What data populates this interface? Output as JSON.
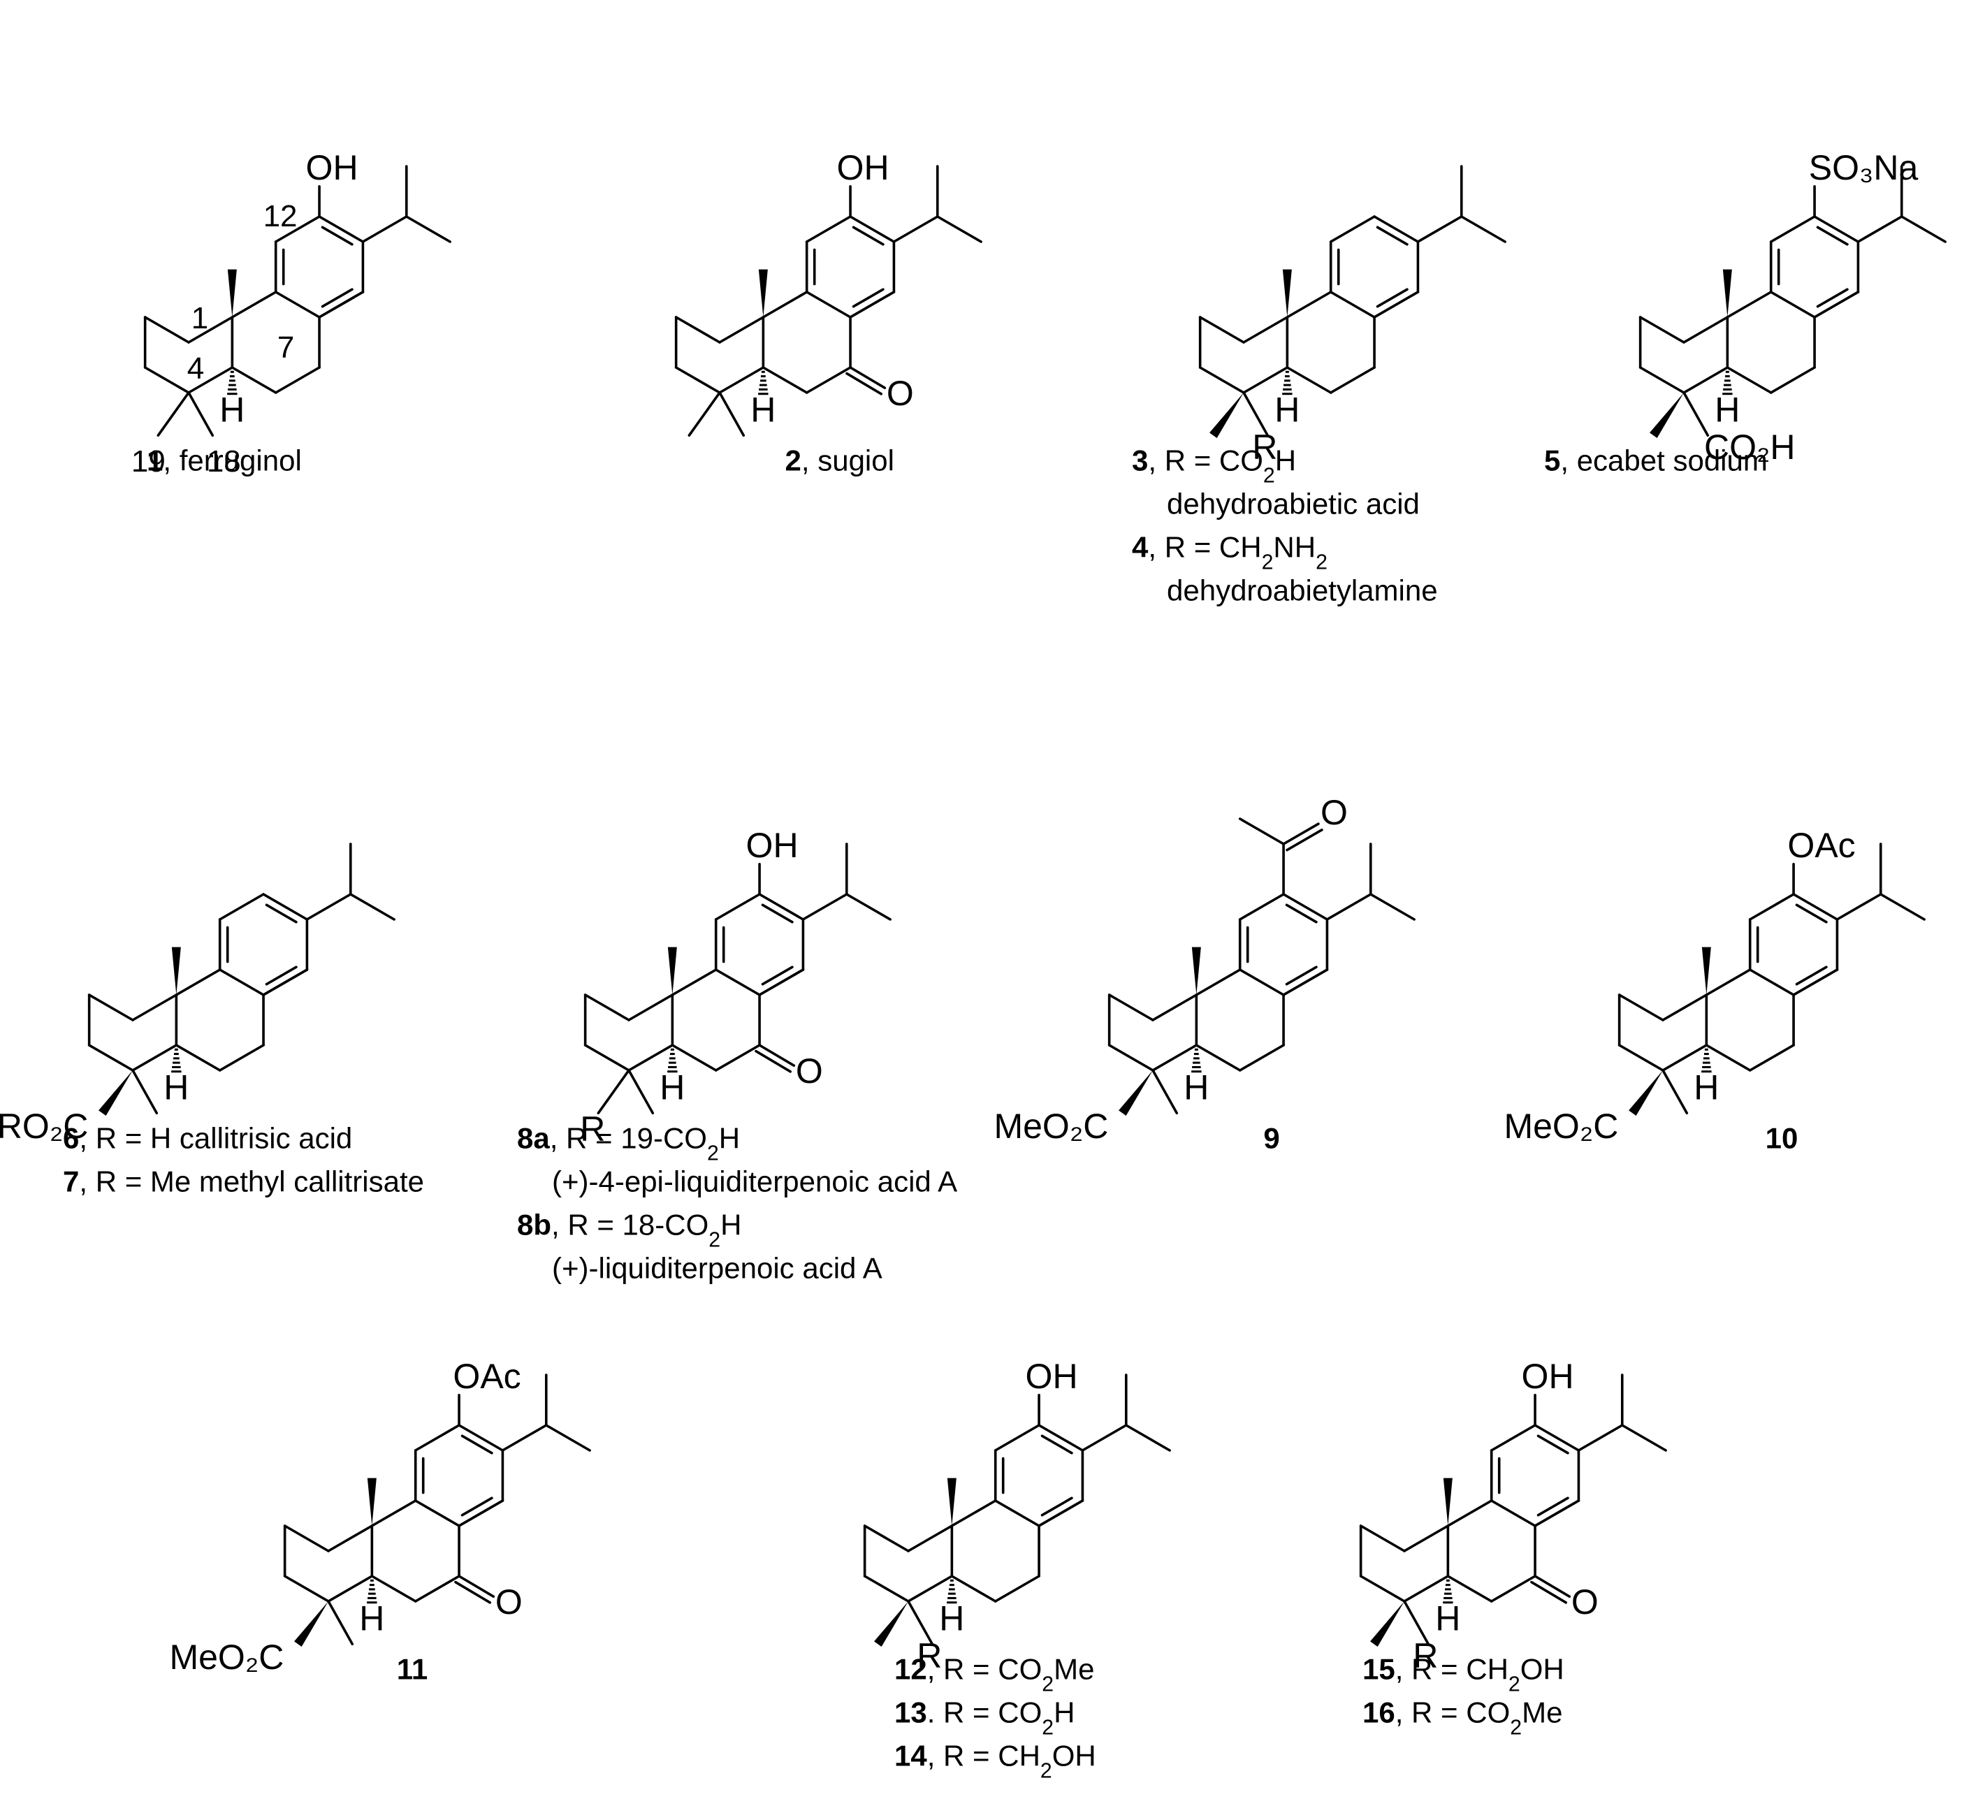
{
  "compounds": [
    {
      "id": "1",
      "lines": [
        [
          {
            "t": "1",
            "b": 1
          },
          {
            "t": ", ferruginol"
          }
        ]
      ],
      "labels": {
        "top": "OH"
      },
      "ring_numbers": [
        "12",
        "1",
        "7",
        "4",
        "19",
        "18"
      ],
      "ketone": false,
      "top": "OH",
      "c4": "gem"
    },
    {
      "id": "2",
      "lines": [
        [
          {
            "t": "2",
            "b": 1
          },
          {
            "t": ", sugiol"
          }
        ]
      ],
      "labels": {
        "top": "OH",
        "O": "O"
      },
      "ketone": true,
      "top": "OH",
      "c4": "gem"
    },
    {
      "id": "3-4",
      "lines": [
        [
          {
            "t": "3",
            "b": 1
          },
          {
            "t": ", R = CO"
          },
          {
            "t": "2",
            "s": 1
          },
          {
            "t": "H"
          }
        ],
        [
          {
            "t": "dehydroabietic acid"
          }
        ],
        [
          {
            "t": "4",
            "b": 1
          },
          {
            "t": ", R = CH"
          },
          {
            "t": "2",
            "s": 1
          },
          {
            "t": "NH"
          },
          {
            "t": "2",
            "s": 1
          }
        ],
        [
          {
            "t": "dehydroabietylamine"
          }
        ]
      ],
      "labels": {
        "R": "R"
      },
      "ketone": false,
      "top": null,
      "c4": "R-wedge-down"
    },
    {
      "id": "5",
      "lines": [
        [
          {
            "t": "5",
            "b": 1
          },
          {
            "t": ", ecabet sodium"
          }
        ]
      ],
      "labels": {
        "top": "SO₃Na",
        "co2h": "CO₂H"
      },
      "ketone": false,
      "top": "SO3Na",
      "c4": "co2h"
    },
    {
      "id": "6-7",
      "lines": [
        [
          {
            "t": "6",
            "b": 1
          },
          {
            "t": ", R = H callitrisic acid"
          }
        ],
        [
          {
            "t": "7",
            "b": 1
          },
          {
            "t": ", R = Me methyl callitrisate"
          }
        ]
      ],
      "labels": {
        "ester": "RO₂C"
      },
      "ketone": false,
      "top": null,
      "c4": "ester"
    },
    {
      "id": "8",
      "lines": [
        [
          {
            "t": "8a",
            "b": 1
          },
          {
            "t": ", R = 19-CO"
          },
          {
            "t": "2",
            "s": 1
          },
          {
            "t": "H"
          }
        ],
        [
          {
            "t": "(+)-4-epi-liquiditerpenoic acid A"
          }
        ],
        [
          {
            "t": "8b",
            "b": 1
          },
          {
            "t": ", R = 18-CO"
          },
          {
            "t": "2",
            "s": 1
          },
          {
            "t": "H"
          }
        ],
        [
          {
            "t": "(+)-liquiditerpenoic acid A"
          }
        ]
      ],
      "labels": {
        "top": "OH",
        "O": "O",
        "R": "R"
      },
      "ketone": true,
      "top": "OH",
      "c4": "R-plain"
    },
    {
      "id": "9",
      "lines": [
        [
          {
            "t": "9",
            "b": 1
          }
        ]
      ],
      "labels": {
        "O": "O",
        "ester": "MeO₂C"
      },
      "ketone": false,
      "top": "acetyl",
      "c4": "ester"
    },
    {
      "id": "10",
      "lines": [
        [
          {
            "t": "10",
            "b": 1
          }
        ]
      ],
      "labels": {
        "top": "OAc",
        "ester": "MeO₂C"
      },
      "ketone": false,
      "top": "OAc",
      "c4": "ester"
    },
    {
      "id": "11",
      "lines": [
        [
          {
            "t": "11",
            "b": 1
          }
        ]
      ],
      "labels": {
        "top": "OAc",
        "O": "O",
        "ester": "MeO₂C"
      },
      "ketone": true,
      "top": "OAc",
      "c4": "ester"
    },
    {
      "id": "12-14",
      "lines": [
        [
          {
            "t": "12",
            "b": 1
          },
          {
            "t": ", R = CO"
          },
          {
            "t": "2",
            "s": 1
          },
          {
            "t": "Me"
          }
        ],
        [
          {
            "t": "13",
            "b": 1
          },
          {
            "t": ". R = CO"
          },
          {
            "t": "2",
            "s": 1
          },
          {
            "t": "H"
          }
        ],
        [
          {
            "t": "14",
            "b": 1
          },
          {
            "t": ", R = CH"
          },
          {
            "t": "2",
            "s": 1
          },
          {
            "t": "OH"
          }
        ]
      ],
      "labels": {
        "top": "OH",
        "R": "R"
      },
      "ketone": false,
      "top": "OH",
      "c4": "R-wedge-down"
    },
    {
      "id": "15-16",
      "lines": [
        [
          {
            "t": "15",
            "b": 1
          },
          {
            "t": ", R = CH"
          },
          {
            "t": "2",
            "s": 1
          },
          {
            "t": "OH"
          }
        ],
        [
          {
            "t": "16",
            "b": 1
          },
          {
            "t": ", R = CO"
          },
          {
            "t": "2",
            "s": 1
          },
          {
            "t": "Me"
          }
        ]
      ],
      "labels": {
        "top": "OH",
        "O": "O",
        "R": "R"
      },
      "ketone": true,
      "top": "OH",
      "c4": "R-wedge-down"
    }
  ],
  "hydrogen_label": "H"
}
